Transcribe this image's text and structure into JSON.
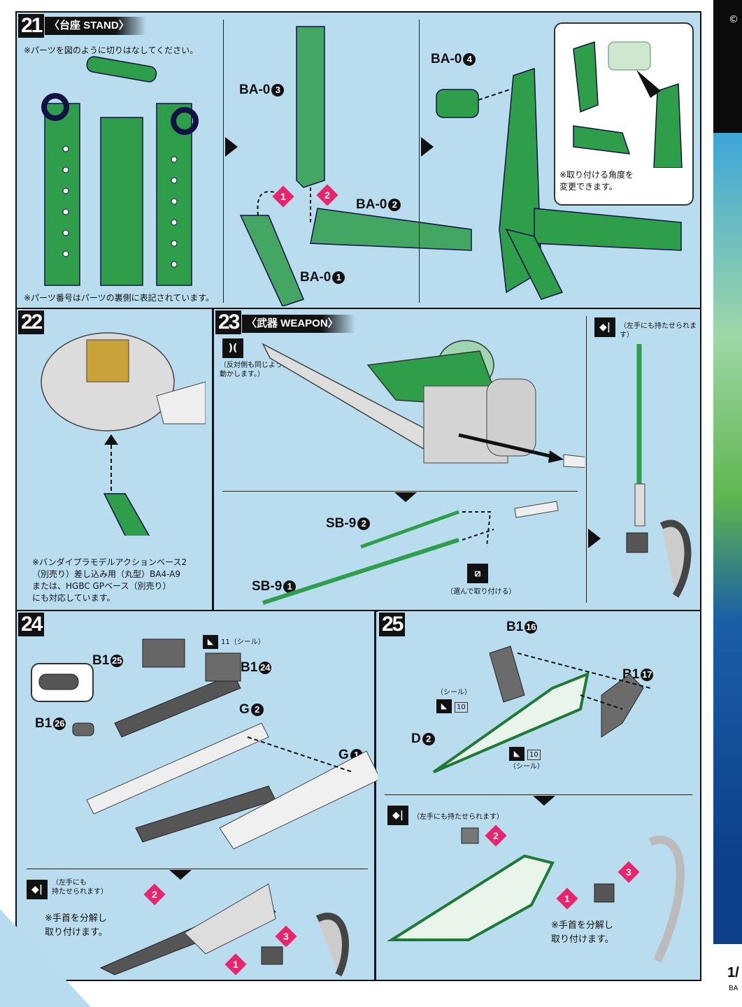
{
  "step21": {
    "number": "21",
    "title": "〈台座 STAND〉",
    "note_top": "※パーツを図のように切りはなしてください。",
    "note_bottom": "※パーツ番号はパーツの裏側に表記されています。",
    "labels": {
      "ba03": "BA-0",
      "ba03_num": "3",
      "ba02": "BA-0",
      "ba02_num": "2",
      "ba01": "BA-0",
      "ba01_num": "1",
      "ba04": "BA-0",
      "ba04_num": "4"
    },
    "order": [
      "1",
      "2"
    ],
    "inset_note": "※取り付ける角度を\n変更できます。"
  },
  "step22": {
    "number": "22",
    "note": "※バンダイプラモデルアクションベース2\n（別売り）差し込み用（丸型）BA4-A9\nまたは、HGBC GPベース（別売り）\nにも対応しています。"
  },
  "step23": {
    "number": "23",
    "title": "〈武器 WEAPON〉",
    "note_move": "（反対側も同じように\n動かします。）",
    "left_hand_note": "（左手にも持たせられます）",
    "sb92": "SB-9",
    "sb92_num": "2",
    "sb91": "SB-9",
    "sb91_num": "1",
    "choose_note": "（選んで取り付ける）"
  },
  "step24": {
    "number": "24",
    "b125": "B1",
    "b125_num": "25",
    "b124": "B1",
    "b124_num": "24",
    "b126": "B1",
    "b126_num": "26",
    "g2": "G",
    "g2_num": "2",
    "g1": "G",
    "g1_num": "1",
    "seal_ref": "11（シール）",
    "left_hand_note": "（左手にも\n持たせられます）",
    "wrist_note": "※手首を分解し\n取り付けます。",
    "order": [
      "1",
      "2",
      "3"
    ]
  },
  "step25": {
    "number": "25",
    "b116": "B1",
    "b116_num": "16",
    "b117": "B1",
    "b117_num": "17",
    "d2": "D",
    "d2_num": "2",
    "seal_top": "（シール）",
    "seal_num_top": "10",
    "seal_bottom": "（シール）",
    "seal_num_bottom": "10",
    "left_hand_note": "（左手にも持たせられます）",
    "wrist_note": "※手首を分解し\n取り付けます。",
    "order": [
      "1",
      "2",
      "3"
    ]
  },
  "side": {
    "copyright": "©",
    "page": "1/",
    "bottom_text": "BA"
  },
  "colors": {
    "panel_bg": "#b9ddef",
    "part_green": "#2e9e4a",
    "part_gray": "#6b6b6b",
    "accent_pink": "#e8256b"
  }
}
